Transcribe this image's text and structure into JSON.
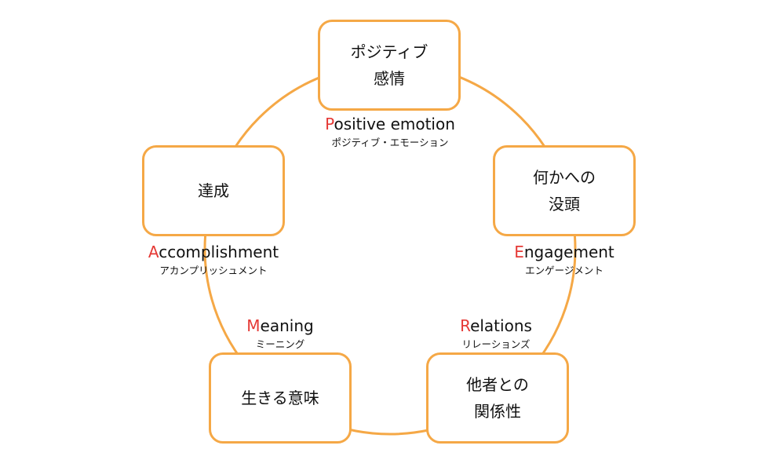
{
  "accent_color": "#f5a846",
  "highlight_color": "#e53935",
  "elements": {
    "positive": {
      "box_lines": [
        "ポジティブ",
        "感情"
      ],
      "en_first": "P",
      "en_rest": "ositive emotion",
      "ja": "ポジティブ・エモーション"
    },
    "engagement": {
      "box_lines": [
        "何かへの",
        "没頭"
      ],
      "en_first": "E",
      "en_rest": "ngagement",
      "ja": "エンゲージメント"
    },
    "relations": {
      "box_lines": [
        "他者との",
        "関係性"
      ],
      "en_first": "R",
      "en_rest": "elations",
      "ja": "リレーションズ"
    },
    "meaning": {
      "box_lines": [
        "生きる意味"
      ],
      "en_first": "M",
      "en_rest": "eaning",
      "ja": "ミーニング"
    },
    "accomplishment": {
      "box_lines": [
        "達成"
      ],
      "en_first": "A",
      "en_rest": "ccomplishment",
      "ja": "アカンプリッシュメント"
    }
  }
}
